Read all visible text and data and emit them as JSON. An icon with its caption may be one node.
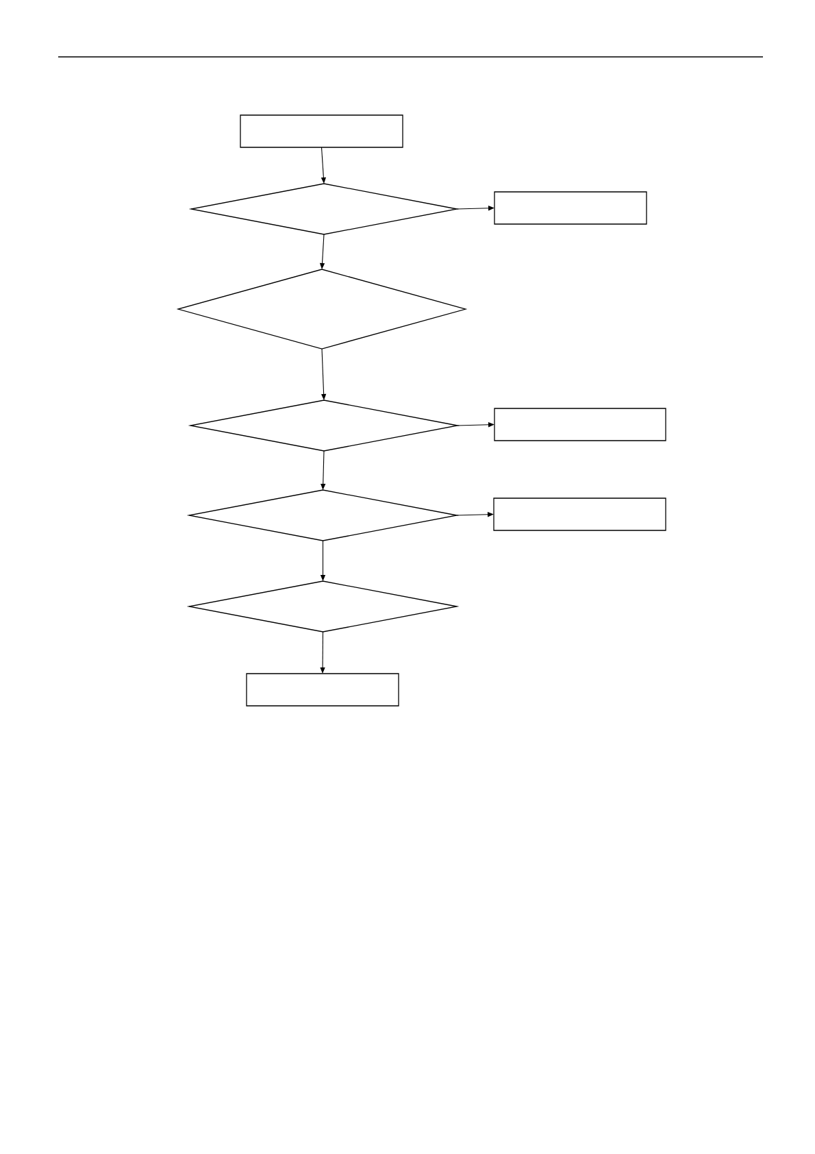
{
  "diagram": {
    "nodes": [
      {
        "text": [],
        "shape": "box"
      },
      {
        "text": [],
        "shape": "diamond"
      },
      {
        "text": [],
        "shape": "box"
      },
      {
        "text": [],
        "shape": "diamond"
      },
      {
        "text": [],
        "shape": "diamond"
      },
      {
        "text": [],
        "shape": "box"
      },
      {
        "text": [],
        "shape": "diamond"
      },
      {
        "text": [],
        "shape": "box"
      },
      {
        "text": [],
        "shape": "diamond"
      },
      {
        "text": [],
        "shape": "box"
      }
    ],
    "edges": [
      {
        "from": 0,
        "to": 1,
        "arrow": "to"
      },
      {
        "from": 1,
        "to": 2,
        "arrow": "to"
      },
      {
        "from": 1,
        "to": 3,
        "arrow": "to"
      },
      {
        "from": 3,
        "to": 4,
        "arrow": "to"
      },
      {
        "from": 4,
        "to": 5,
        "arrow": "to"
      },
      {
        "from": 4,
        "to": 6,
        "arrow": "to"
      },
      {
        "from": 6,
        "to": 7,
        "arrow": "to"
      },
      {
        "from": 6,
        "to": 8,
        "arrow": "to"
      },
      {
        "from": 8,
        "to": 9,
        "arrow": "to"
      }
    ]
  }
}
